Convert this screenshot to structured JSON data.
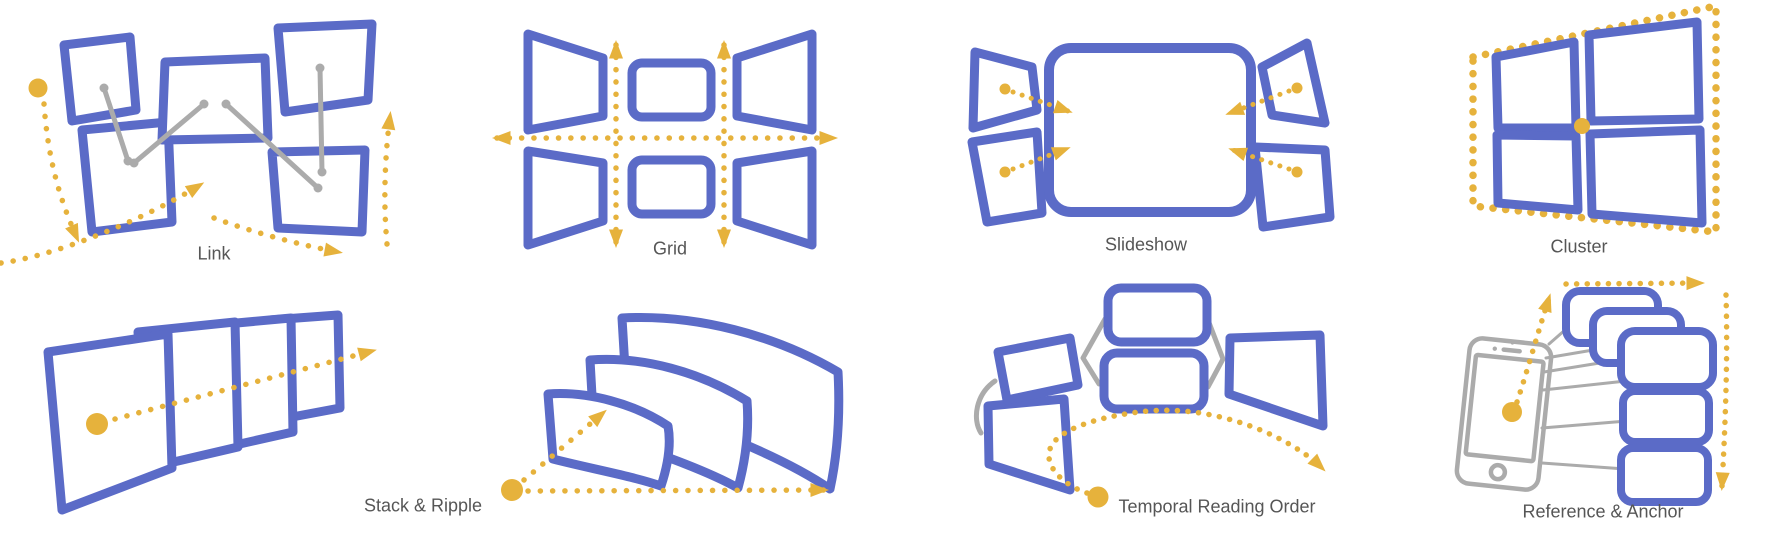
{
  "panels": [
    {
      "id": "link",
      "label": "Link"
    },
    {
      "id": "grid",
      "label": "Grid"
    },
    {
      "id": "slideshow",
      "label": "Slideshow"
    },
    {
      "id": "cluster",
      "label": "Cluster"
    },
    {
      "id": "stack-ripple",
      "label": "Stack & Ripple"
    },
    {
      "id": "temporal-reading-order",
      "label": "Temporal Reading Order"
    },
    {
      "id": "reference-anchor",
      "label": "Reference & Anchor"
    }
  ],
  "colors": {
    "frame_blue": "#5B6BC7",
    "arrow_yellow": "#E6B23C",
    "connector_gray": "#ABABAB",
    "label_gray": "#565656",
    "background": "#FFFFFF"
  }
}
